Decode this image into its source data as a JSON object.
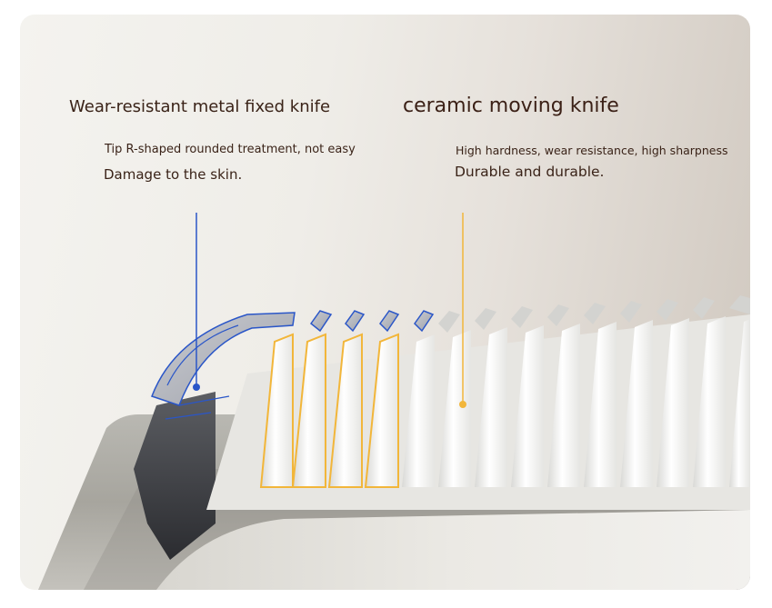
{
  "left_feature": {
    "title": "Wear-resistant metal fixed knife",
    "line_1": "Tip R-shaped rounded treatment, not easy",
    "line_2": "Damage to the skin.",
    "accent_color": "#2a56c8"
  },
  "right_feature": {
    "title": "ceramic moving knife",
    "line_1": "High hardness, wear resistance, high sharpness",
    "line_2": "Durable and durable.",
    "accent_color": "#f2b63a"
  }
}
